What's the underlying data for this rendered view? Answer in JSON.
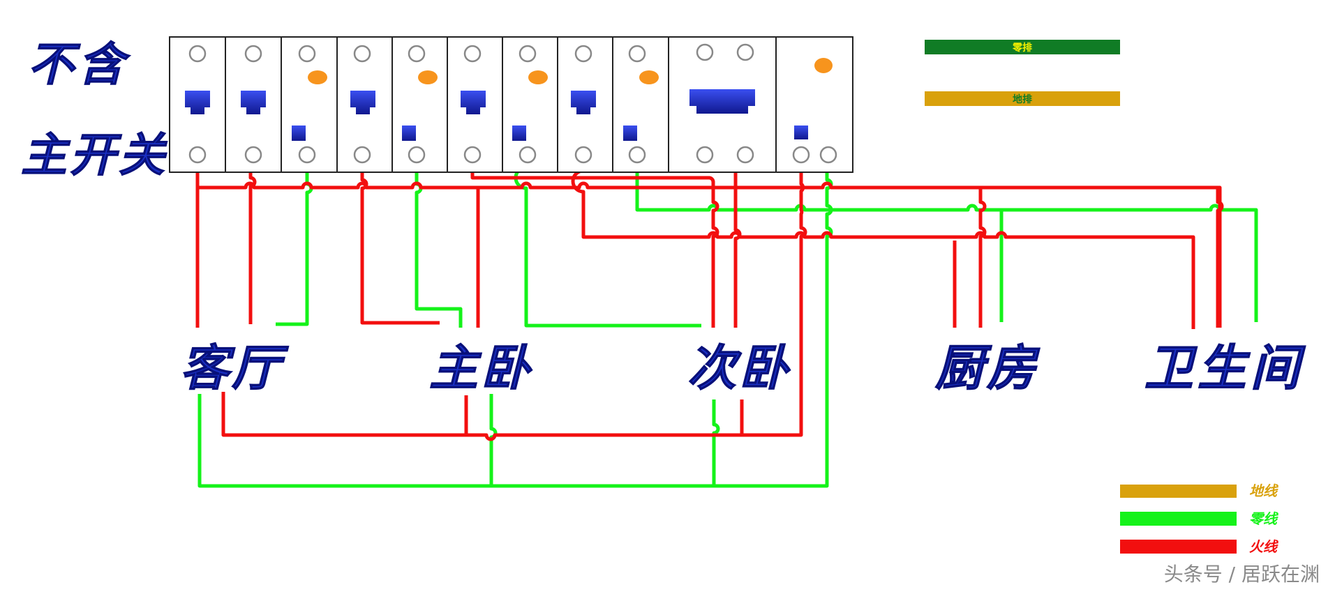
{
  "panel_label": [
    "不含",
    "主开关"
  ],
  "rooms": {
    "living_room": "客厅",
    "master_bedroom": "主卧",
    "second_bedroom": "次卧",
    "kitchen": "厨房",
    "bathroom": "卫生间"
  },
  "bus_bars": {
    "neutral_bar": "零排",
    "ground_bar": "地排"
  },
  "legend": [
    {
      "label": "地线",
      "color": "#d9a10c"
    },
    {
      "label": "零线",
      "color": "#15f21a"
    },
    {
      "label": "火线",
      "color": "#f20f0f"
    }
  ],
  "colors": {
    "live": "#f20f0f",
    "neutral": "#15f21a",
    "ground_bar": "#d9a10c",
    "neutral_bar": "#107c25",
    "breaker_handle": "#1f1ab4",
    "indicator": "#f7941d"
  },
  "watermark": "头条号 / 居跃在渊"
}
